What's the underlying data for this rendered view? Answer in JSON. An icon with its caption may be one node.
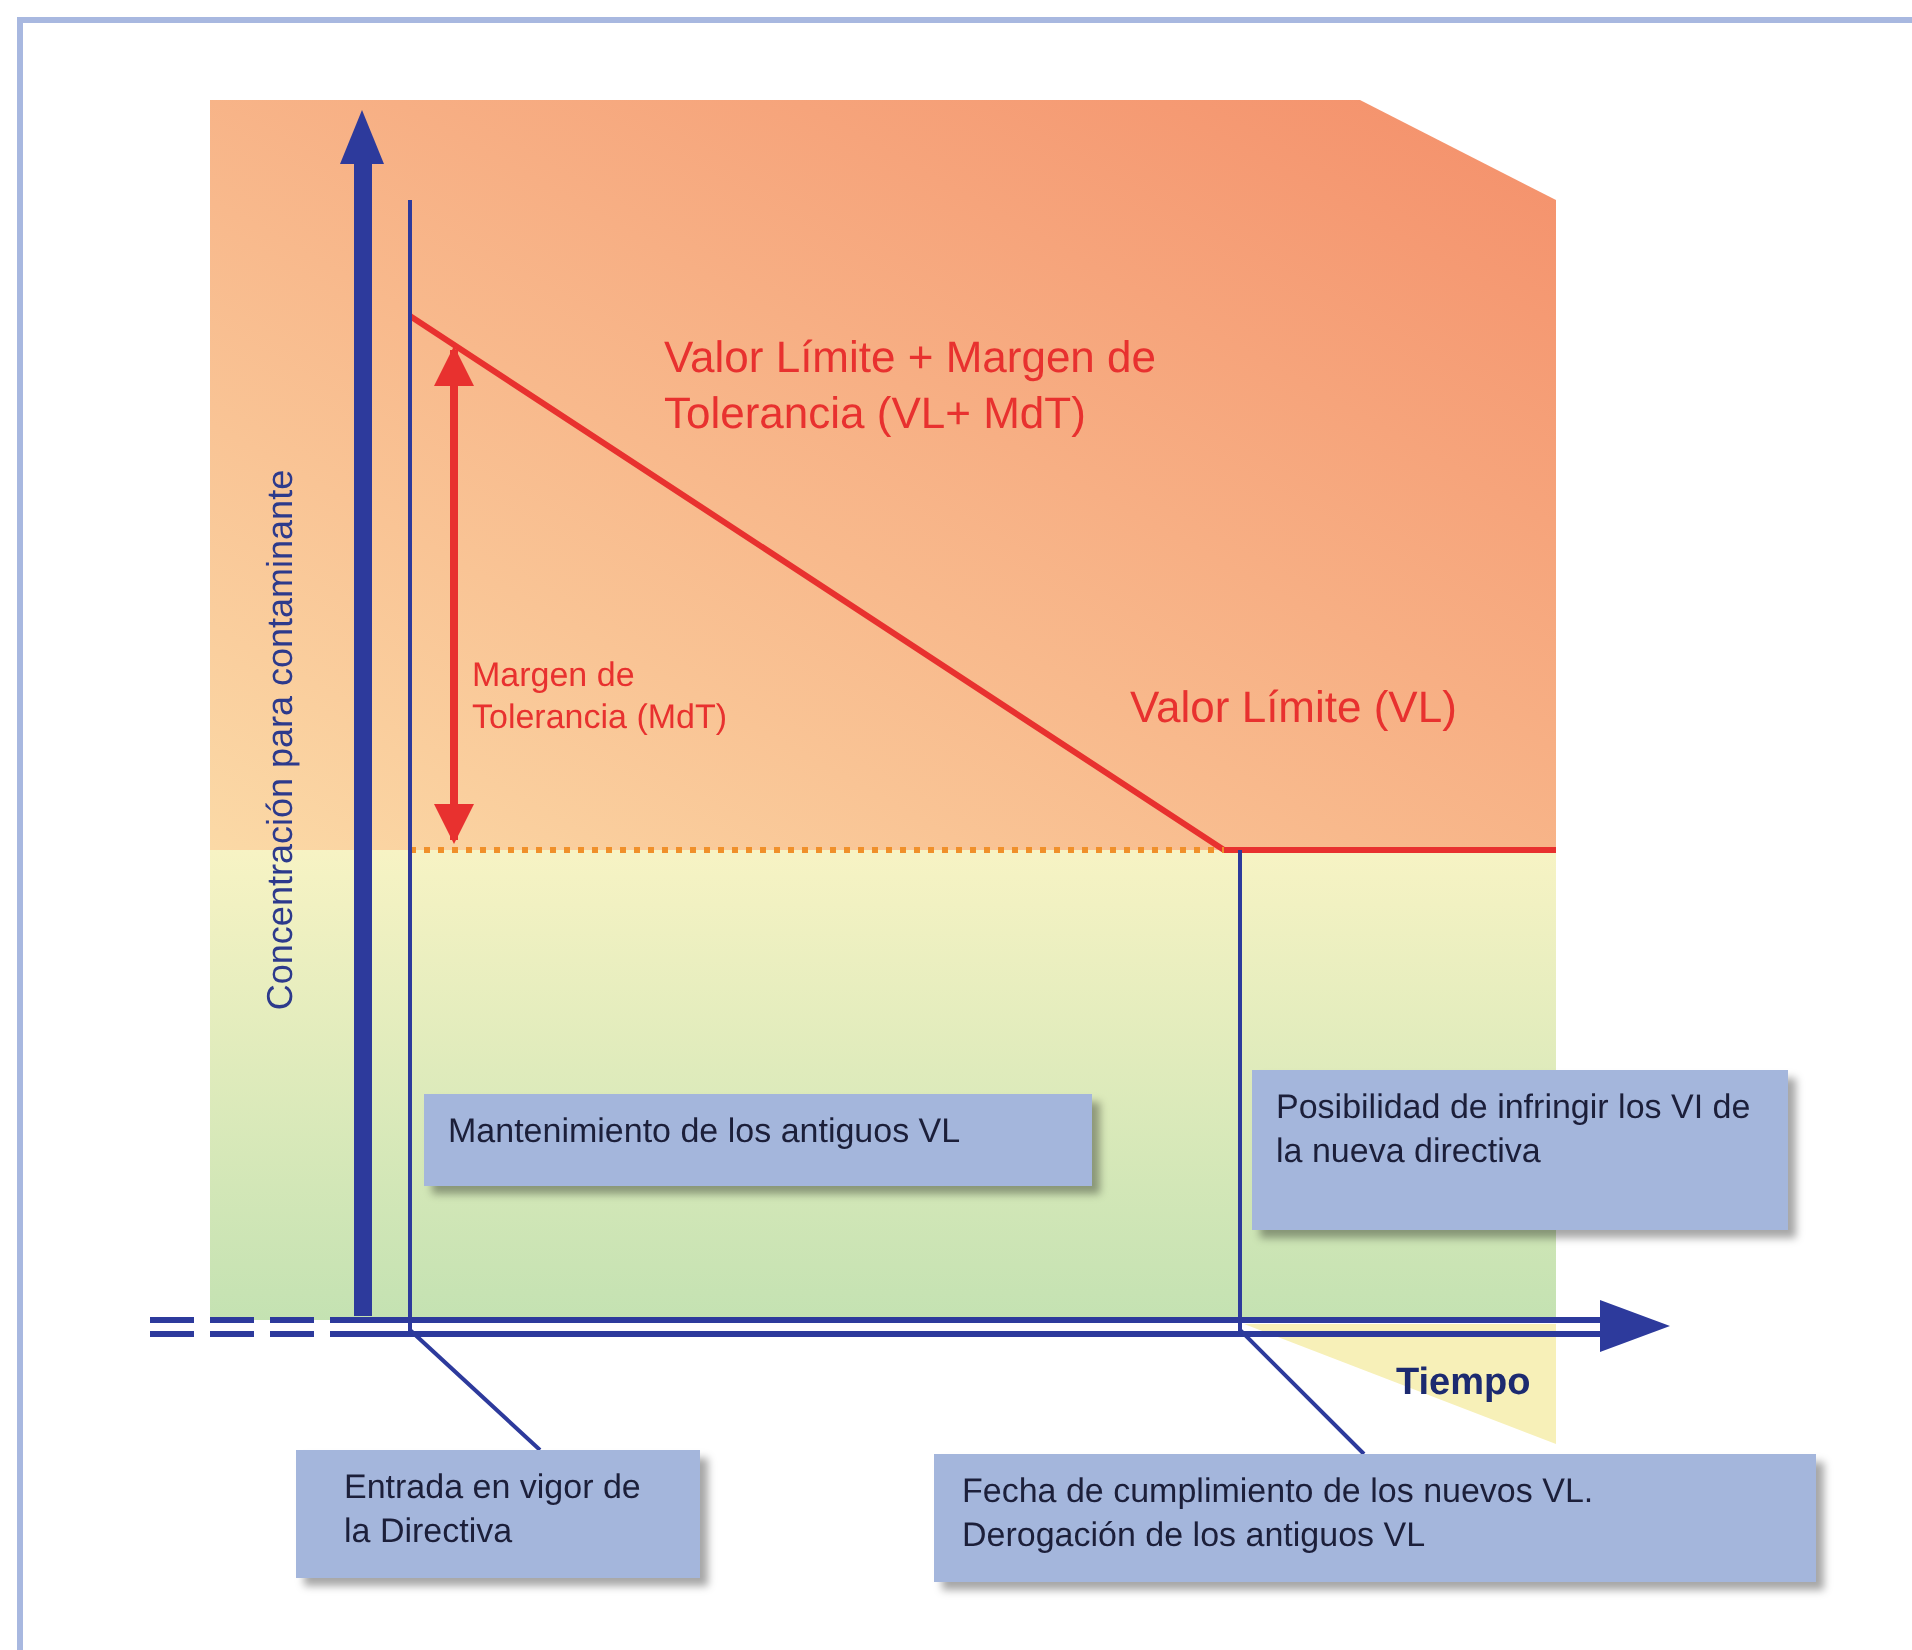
{
  "diagram": {
    "nodes": [
      {
        "text": [
          "Mantenimiento de los antiguos VL"
        ]
      },
      {
        "text": [
          "Posibilidad de infringir los VI de la nueva directiva"
        ]
      },
      {
        "text": [
          "Entrada en vigor de la Directiva"
        ]
      },
      {
        "text": [
          "Fecha de cumplimiento de los nuevos VL. Derogación de los antiguos VL"
        ]
      }
    ],
    "edges": [
      {
        "from": 2,
        "to": null,
        "arrow": "none"
      },
      {
        "from": 3,
        "to": null,
        "arrow": "none"
      }
    ],
    "labels": [
      "Valor Límite + Margen de Tolerancia (VL+ MdT)",
      "Margen de Tolerancia (MdT)",
      "Valor Límite (VL)",
      "Concentración para contaminante",
      "Tiempo"
    ]
  }
}
